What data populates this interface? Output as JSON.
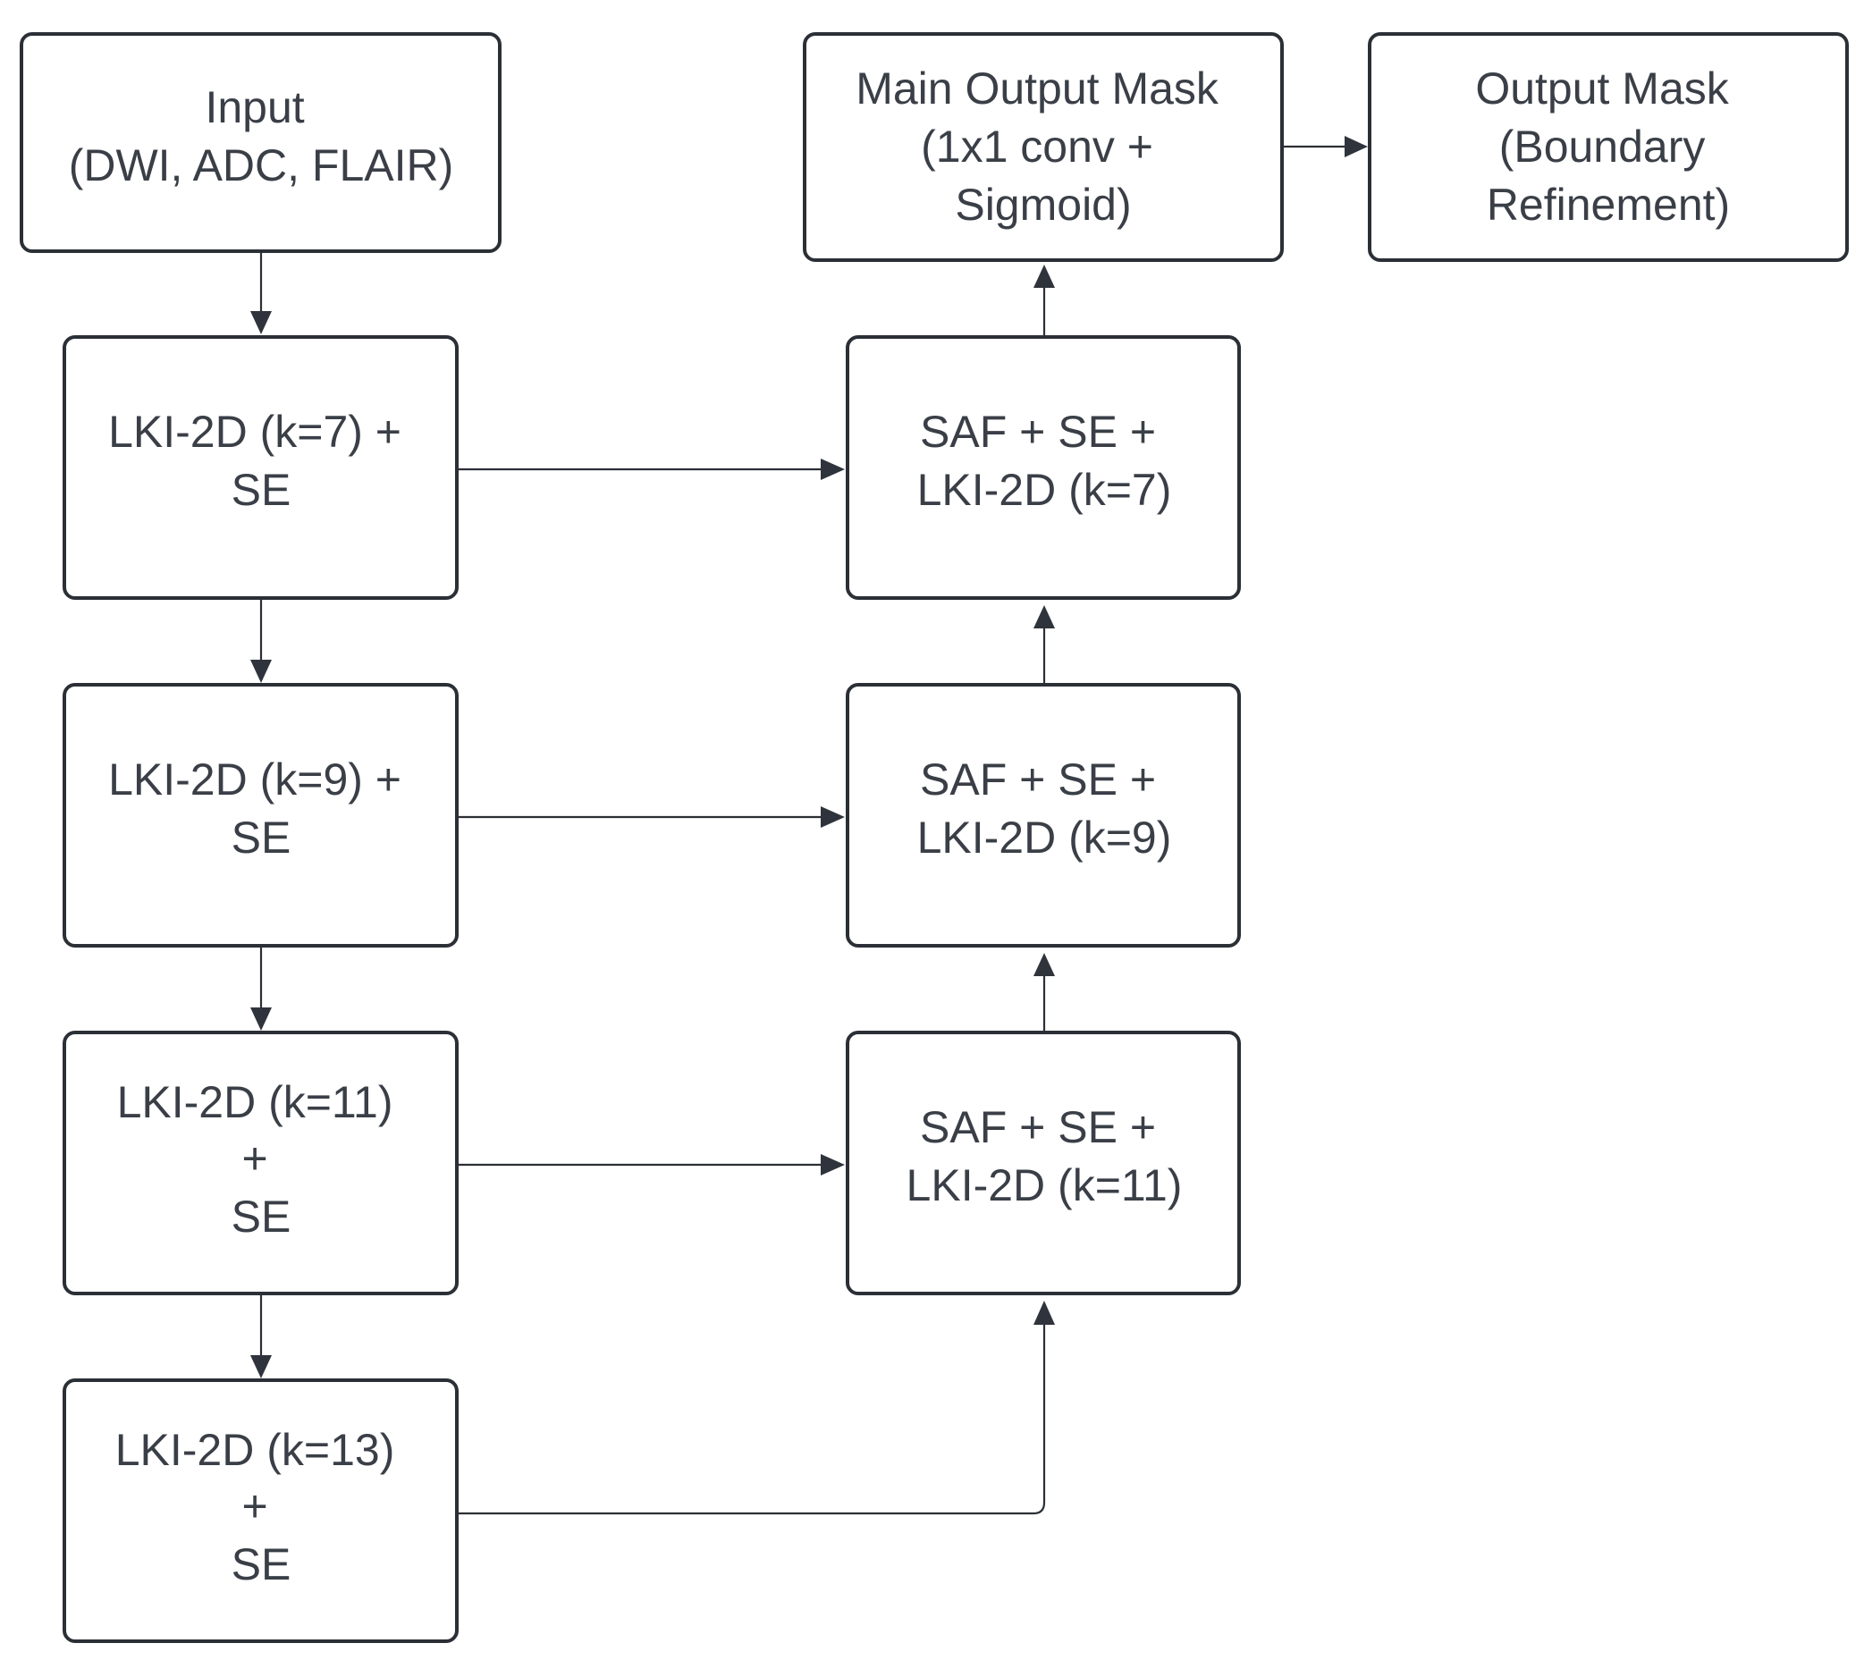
{
  "nodes": {
    "input": {
      "lines": [
        "Input",
        "(DWI, ADC, FLAIR)"
      ]
    },
    "enc1": {
      "lines": [
        "LKI-2D (k=7) +",
        "SE"
      ]
    },
    "enc2": {
      "lines": [
        "LKI-2D (k=9) +",
        "SE"
      ]
    },
    "enc3": {
      "lines": [
        "LKI-2D (k=11)",
        "+",
        "SE"
      ]
    },
    "enc4": {
      "lines": [
        "LKI-2D (k=13)",
        "+",
        "SE"
      ]
    },
    "dec1": {
      "lines": [
        "SAF + SE +",
        "LKI-2D (k=7)"
      ]
    },
    "dec2": {
      "lines": [
        "SAF + SE +",
        "LKI-2D (k=9)"
      ]
    },
    "dec3": {
      "lines": [
        "SAF + SE +",
        "LKI-2D (k=11)"
      ]
    },
    "main_out": {
      "lines": [
        "Main Output Mask",
        "(1x1 conv +",
        "Sigmoid)"
      ]
    },
    "refined_out": {
      "lines": [
        "Output Mask",
        "(Boundary",
        "Refinement)"
      ]
    }
  },
  "edges": [
    {
      "from": "input",
      "to": "enc1"
    },
    {
      "from": "enc1",
      "to": "enc2"
    },
    {
      "from": "enc2",
      "to": "enc3"
    },
    {
      "from": "enc3",
      "to": "enc4"
    },
    {
      "from": "enc1",
      "to": "dec1"
    },
    {
      "from": "enc2",
      "to": "dec2"
    },
    {
      "from": "enc3",
      "to": "dec3"
    },
    {
      "from": "enc4",
      "to": "dec3"
    },
    {
      "from": "dec3",
      "to": "dec2"
    },
    {
      "from": "dec2",
      "to": "dec1"
    },
    {
      "from": "dec1",
      "to": "main_out"
    },
    {
      "from": "main_out",
      "to": "refined_out"
    }
  ]
}
